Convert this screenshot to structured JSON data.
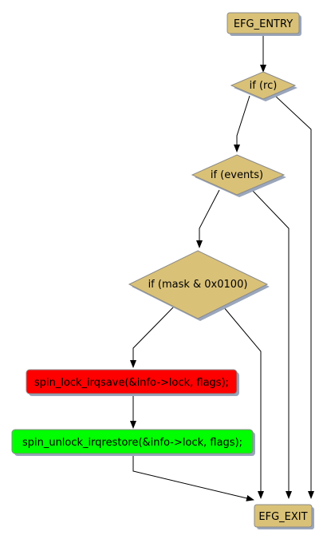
{
  "diagram": {
    "nodes": {
      "entry": {
        "label": "EFG_ENTRY",
        "shape": "box",
        "fill": "#d9c178"
      },
      "if_rc": {
        "label": "if (rc)",
        "shape": "diamond",
        "fill": "#d9c178"
      },
      "if_events": {
        "label": "if (events)",
        "shape": "diamond",
        "fill": "#d9c178"
      },
      "if_mask": {
        "label": "if (mask & 0x0100)",
        "shape": "diamond",
        "fill": "#d9c178"
      },
      "lock": {
        "label": "spin_lock_irqsave(&info->lock, flags);",
        "shape": "box",
        "fill": "#ff0000"
      },
      "unlock": {
        "label": "spin_unlock_irqrestore(&info->lock, flags);",
        "shape": "box",
        "fill": "#00ff00"
      },
      "exit": {
        "label": "EFG_EXIT",
        "shape": "box",
        "fill": "#d9c178"
      }
    },
    "edges": [
      {
        "from": "entry",
        "to": "if_rc"
      },
      {
        "from": "if_rc",
        "to": "if_events"
      },
      {
        "from": "if_rc",
        "to": "exit"
      },
      {
        "from": "if_events",
        "to": "if_mask"
      },
      {
        "from": "if_events",
        "to": "exit"
      },
      {
        "from": "if_mask",
        "to": "lock"
      },
      {
        "from": "if_mask",
        "to": "exit"
      },
      {
        "from": "lock",
        "to": "unlock"
      },
      {
        "from": "unlock",
        "to": "exit"
      }
    ],
    "colors": {
      "shadow": "#9aa6bb",
      "stroke": "#8a8a8a",
      "edge": "#000000"
    }
  }
}
